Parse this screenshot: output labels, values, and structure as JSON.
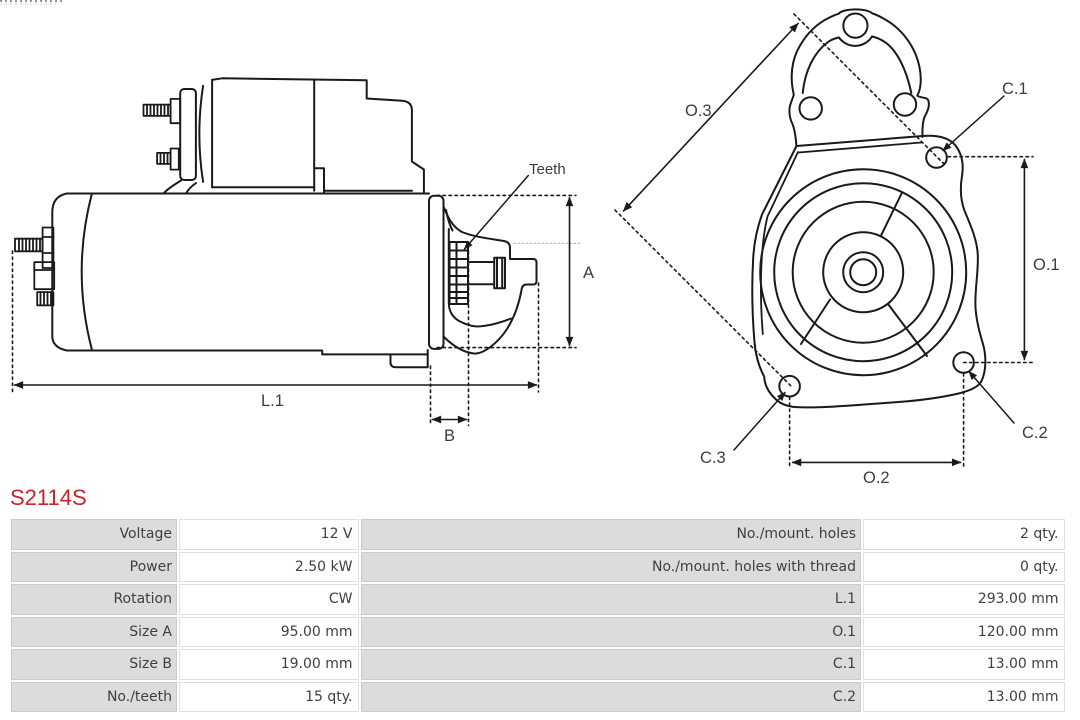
{
  "part": {
    "number": "S2114S",
    "color": "#c9242b"
  },
  "diagram": {
    "labels": {
      "teeth": "Teeth",
      "a": "A",
      "b": "B",
      "l1": "L.1",
      "o1": "O.1",
      "o2": "O.2",
      "o3": "O.3",
      "c1": "C.1",
      "c2": "C.2",
      "c3": "C.3"
    }
  },
  "table": {
    "rows": [
      {
        "l_label": "Voltage",
        "l_value": "12 V",
        "r_label": "No./mount. holes",
        "r_value": "2 qty."
      },
      {
        "l_label": "Power",
        "l_value": "2.50 kW",
        "r_label": "No./mount. holes with thread",
        "r_value": "0 qty."
      },
      {
        "l_label": "Rotation",
        "l_value": "CW",
        "r_label": "L.1",
        "r_value": "293.00 mm"
      },
      {
        "l_label": "Size A",
        "l_value": "95.00 mm",
        "r_label": "O.1",
        "r_value": "120.00 mm"
      },
      {
        "l_label": "Size B",
        "l_value": "19.00 mm",
        "r_label": "C.1",
        "r_value": "13.00 mm"
      },
      {
        "l_label": "No./teeth",
        "l_value": "15 qty.",
        "r_label": "C.2",
        "r_value": "13.00 mm"
      }
    ],
    "colors": {
      "label_bg": "#dcdcdc",
      "border": "#d9d9d9",
      "text": "#3c3c3c"
    }
  }
}
